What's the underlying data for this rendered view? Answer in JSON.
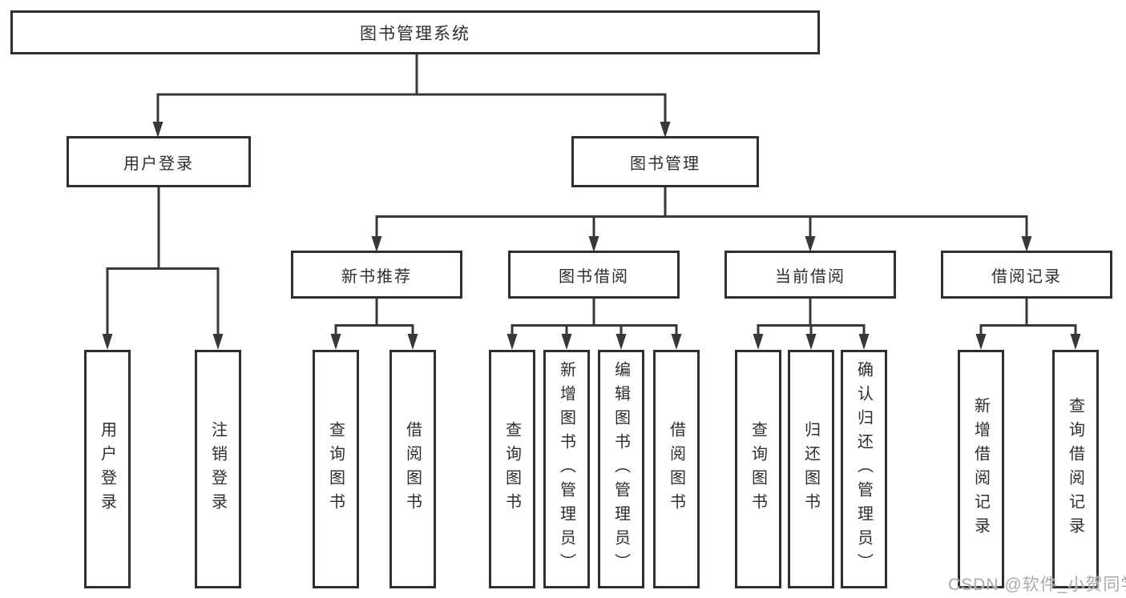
{
  "tree": {
    "label": "图书管理系统",
    "children": [
      {
        "label": "用户登录",
        "children": [
          {
            "label": "用户登录"
          },
          {
            "label": "注销登录"
          }
        ]
      },
      {
        "label": "图书管理",
        "children": [
          {
            "label": "新书推荐",
            "children": [
              {
                "label": "查询图书"
              },
              {
                "label": "借阅图书"
              }
            ]
          },
          {
            "label": "图书借阅",
            "children": [
              {
                "label": "查询图书"
              },
              {
                "label": "新增图书（管理员）"
              },
              {
                "label": "编辑图书（管理员）"
              },
              {
                "label": "借阅图书"
              }
            ]
          },
          {
            "label": "当前借阅",
            "children": [
              {
                "label": "查询图书"
              },
              {
                "label": "归还图书"
              },
              {
                "label": "确认归还（管理员）"
              }
            ]
          },
          {
            "label": "借阅记录",
            "children": [
              {
                "label": "新增借阅记录"
              },
              {
                "label": "查询借阅记录"
              }
            ]
          }
        ]
      }
    ]
  },
  "watermark": "CSDN @软件_小贺同学",
  "colors": {
    "line": "#383838",
    "box_border": "#2e2e2e",
    "box_fill": "#ffffff",
    "text": "#2e2e2e",
    "watermark": "#a9a9a9",
    "background": "#ffffff"
  }
}
